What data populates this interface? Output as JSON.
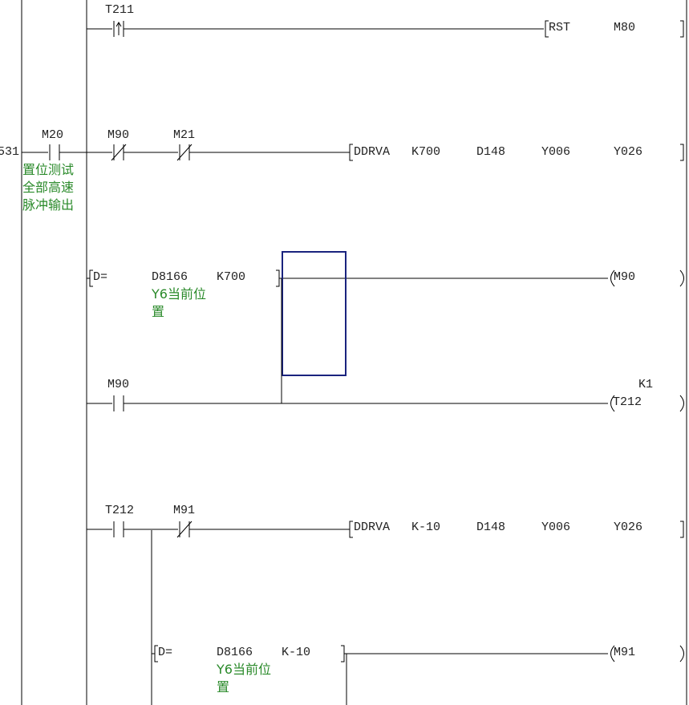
{
  "colors": {
    "wire": "#000000",
    "label": "#222222",
    "comment": "#2a8a2a",
    "selection": "#1a237e",
    "background": "#ffffff"
  },
  "rung_top": {
    "contact": "T211",
    "instr": "RST",
    "operand": "M80"
  },
  "rung_main": {
    "step": "531",
    "c1": "M20",
    "comment_line1": "置位测试",
    "comment_line2": "全部高速",
    "comment_line3": "脉冲输出",
    "c2": "M90",
    "c3": "M21",
    "instr": [
      "DDRVA",
      "K700",
      "D148",
      "Y006",
      "Y026"
    ]
  },
  "cmp1": {
    "op": "D=",
    "src": "D8166",
    "val": "K700",
    "note1": "Y6当前位",
    "note2": "置",
    "coil": "M90"
  },
  "rung_timer": {
    "contact": "M90",
    "preset": "K1",
    "coil": "T212"
  },
  "rung_rev": {
    "c1": "T212",
    "c2": "M91",
    "instr": [
      "DDRVA",
      "K-10",
      "D148",
      "Y006",
      "Y026"
    ]
  },
  "cmp2": {
    "op": "D=",
    "src": "D8166",
    "val": "K-10",
    "note1": "Y6当前位",
    "note2": "置",
    "coil": "M91"
  }
}
